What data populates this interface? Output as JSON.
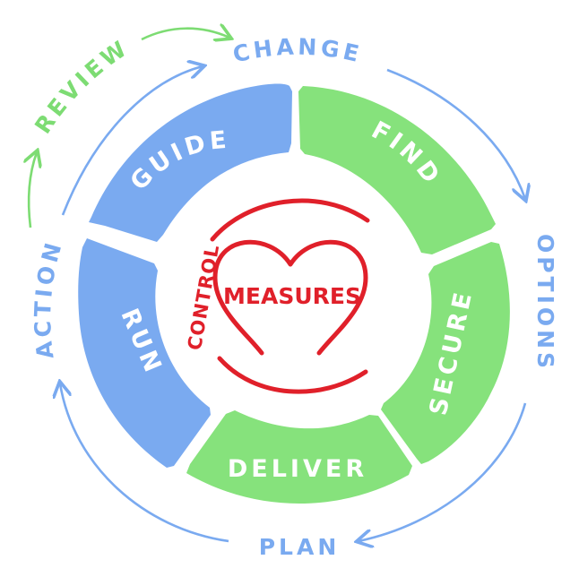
{
  "colors": {
    "blue": "#7aaaf0",
    "green": "#86e27c",
    "outer_green": "#7ddc73",
    "red": "#e0202a",
    "text_white": "#ffffff"
  },
  "center": {
    "heart_label": "MEASURES",
    "ring_label": "CONTROL"
  },
  "segments": {
    "guide": "GUIDE",
    "find": "FIND",
    "secure": "SECURE",
    "deliver": "DELIVER",
    "run": "RUN"
  },
  "outer_labels": {
    "change": "CHANGE",
    "options": "OPTIONS",
    "plan": "PLAN",
    "action": "ACTION",
    "review": "REVIEW"
  }
}
